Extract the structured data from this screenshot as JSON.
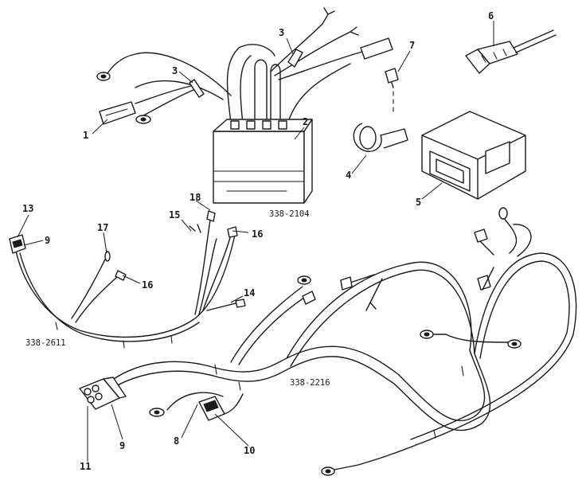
{
  "callouts": {
    "c1": "1",
    "c2": "2",
    "c3a": "3",
    "c3b": "3",
    "c4": "4",
    "c5": "5",
    "c6": "6",
    "c7": "7",
    "c8": "8",
    "c9a": "9",
    "c9b": "9",
    "c10": "10",
    "c11": "11",
    "c13": "13",
    "c14": "14",
    "c15": "15",
    "c16a": "16",
    "c16b": "16",
    "c17": "17",
    "c18": "18"
  },
  "part_numbers": {
    "rectifier": "338-2104",
    "harness_left": "338-2611",
    "harness_main": "338-2216"
  }
}
